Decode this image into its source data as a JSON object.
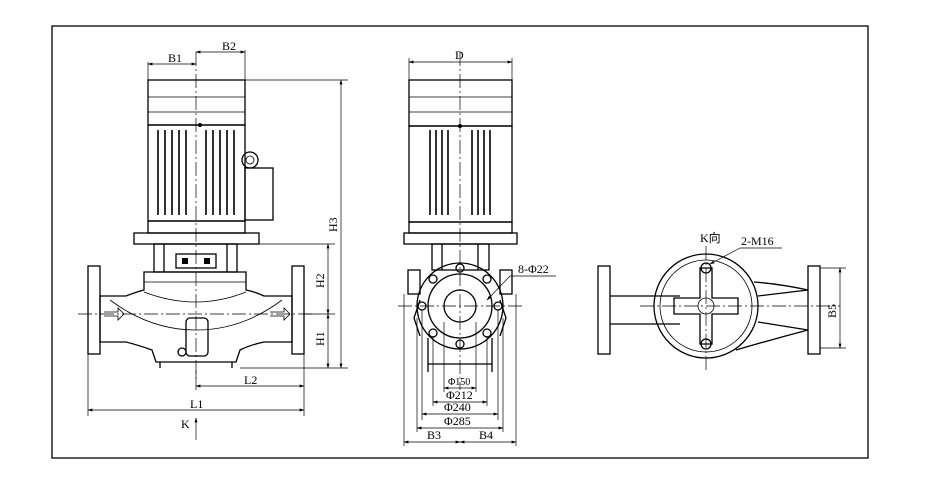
{
  "labels": {
    "b1": "B1",
    "b2": "B2",
    "h1": "H1",
    "h2": "H2",
    "h3": "H3",
    "l1": "L1",
    "l2": "L2",
    "k_arrow": "K",
    "d": "D",
    "bolt_holes": "8-Φ22",
    "phi150": "Φ150",
    "phi212": "Φ212",
    "phi240": "Φ240",
    "phi285": "Φ285",
    "b3": "B3",
    "b4": "B4",
    "k_view": "K向",
    "m16": "2-M16",
    "b5": "B5"
  }
}
